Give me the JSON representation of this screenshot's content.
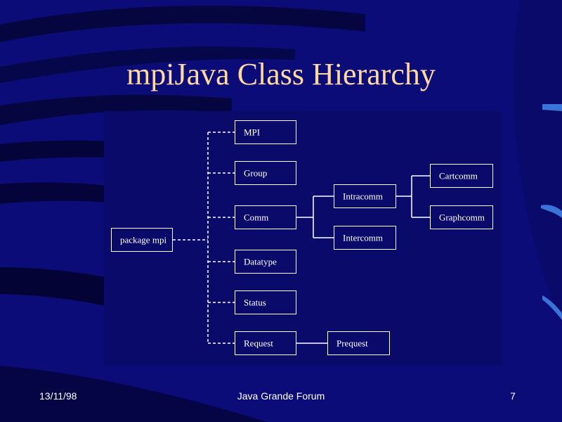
{
  "slide": {
    "title": "mpiJava Class Hierarchy",
    "footer": {
      "date": "13/11/98",
      "center": "Java Grande Forum",
      "page": "7"
    }
  },
  "diagram": {
    "package_label": "package  mpi",
    "classes": {
      "mpi": "MPI",
      "group": "Group",
      "comm": "Comm",
      "datatype": "Datatype",
      "status": "Status",
      "request": "Request",
      "intracomm": "Intracomm",
      "intercomm": "Intercomm",
      "cartcomm": "Cartcomm",
      "graphcomm": "Graphcomm",
      "prequest": "Prequest"
    }
  }
}
